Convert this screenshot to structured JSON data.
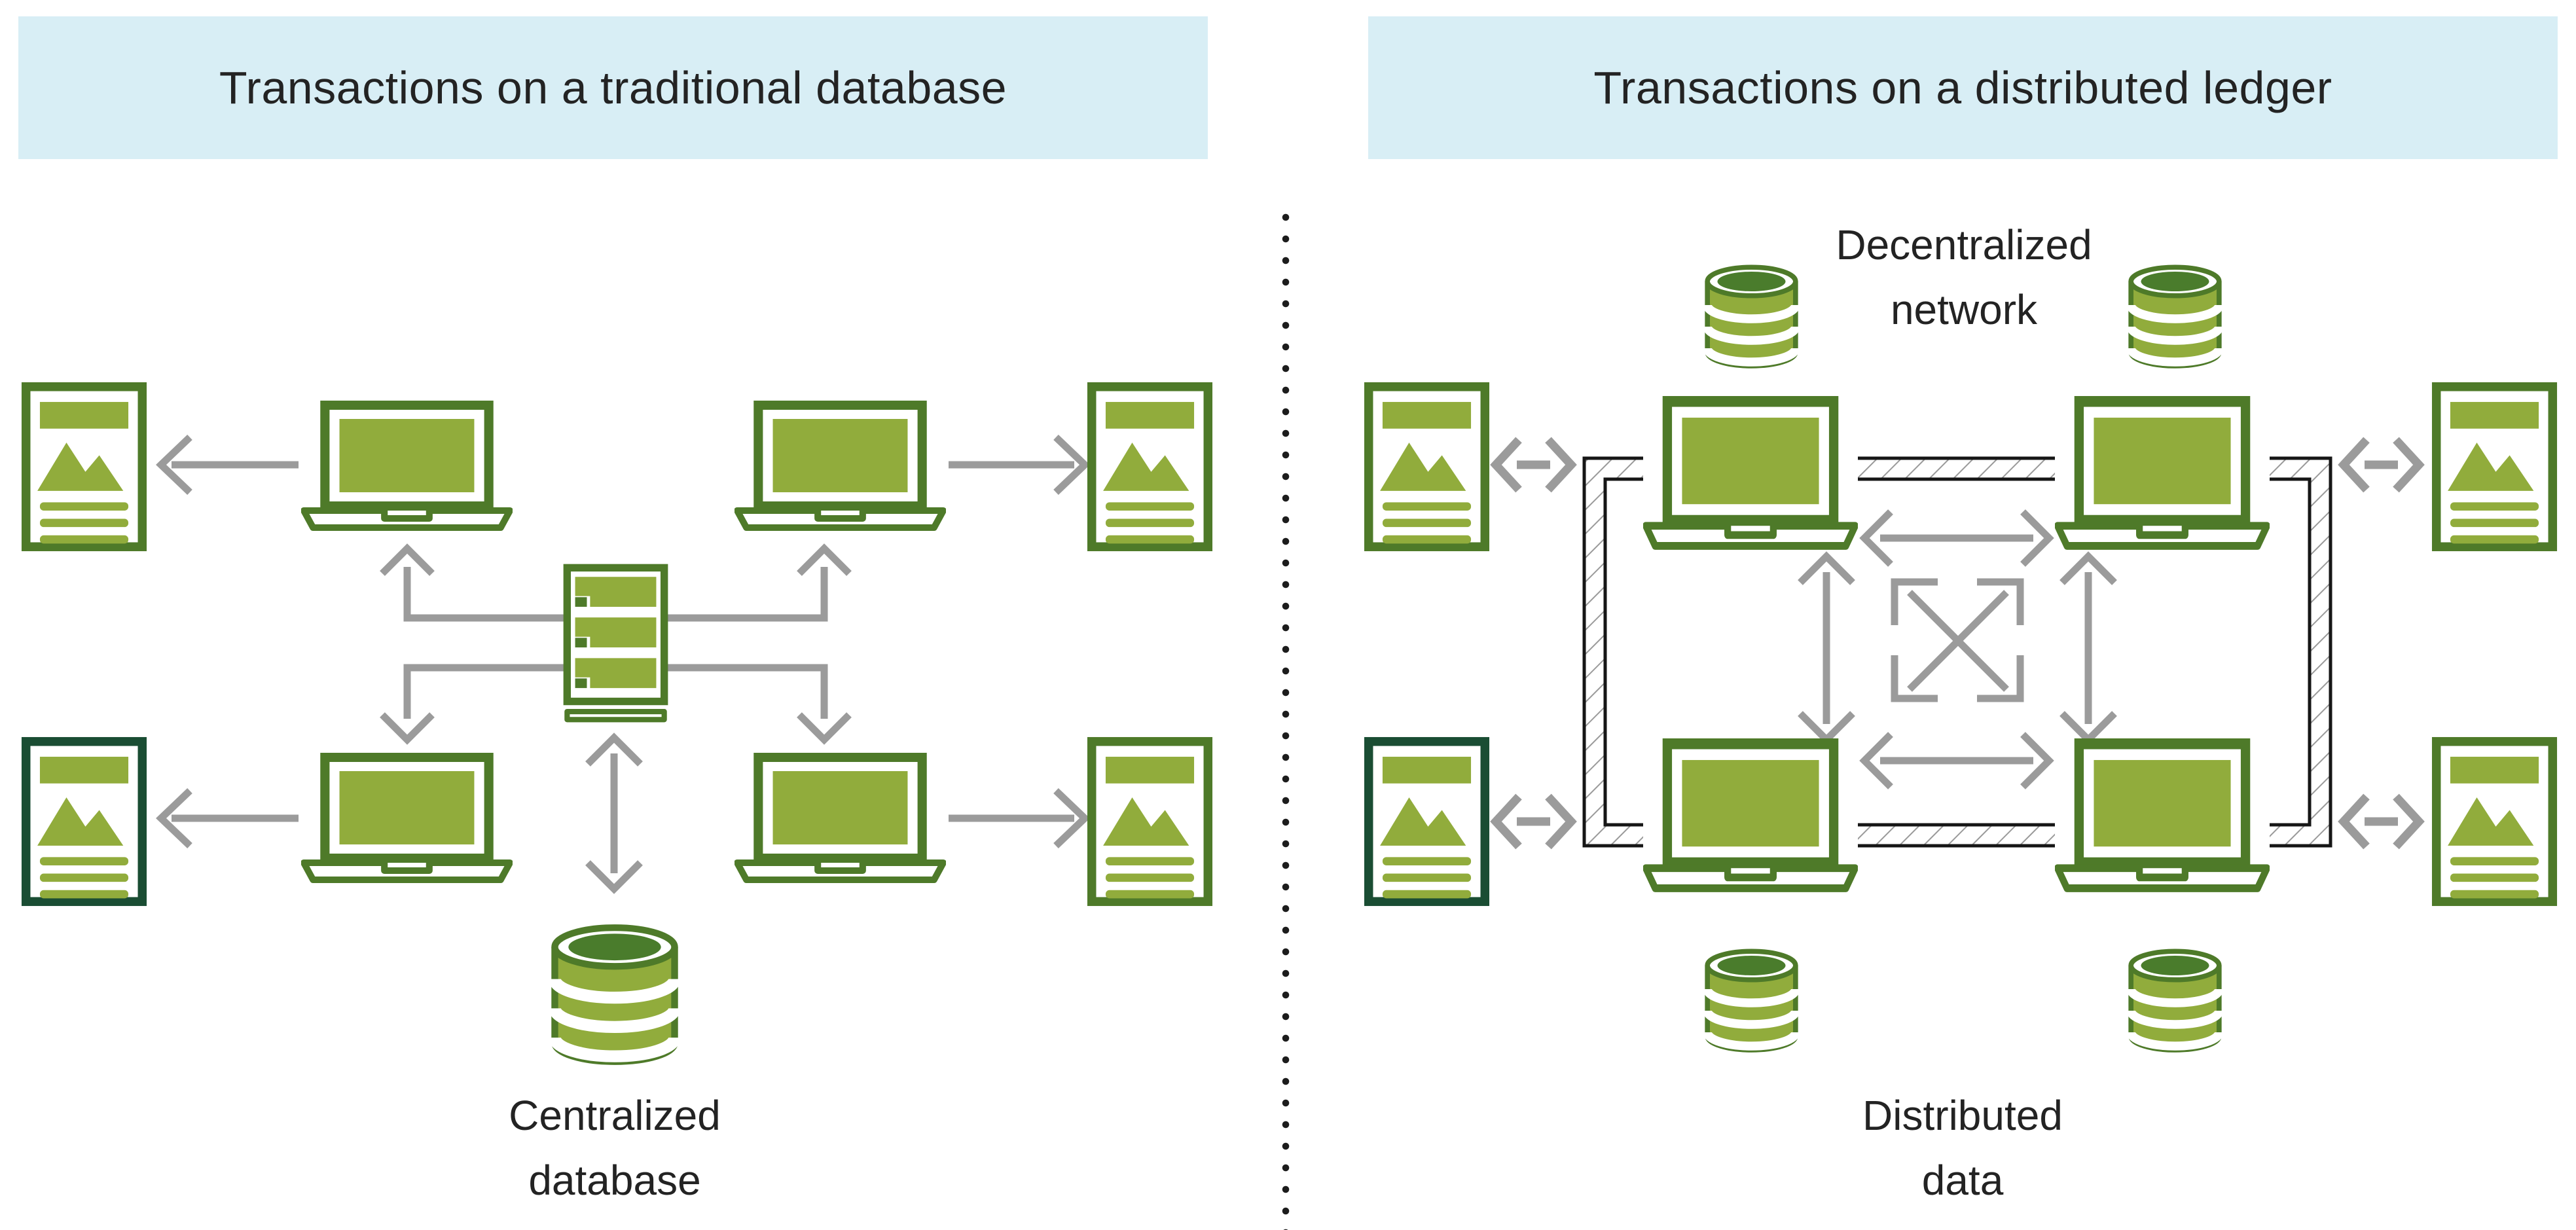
{
  "left_panel": {
    "header": "Transactions on a traditional database",
    "bottom_label_line1": "Centralized",
    "bottom_label_line2": "database"
  },
  "right_panel": {
    "header": "Transactions on a distributed ledger",
    "top_label_line1": "Decentralized",
    "top_label_line2": "network",
    "bottom_label_line1": "Distributed",
    "bottom_label_line2": "data"
  },
  "icons": {
    "document": "document-icon",
    "laptop": "laptop-icon",
    "server": "server-icon",
    "database": "database-icon",
    "arrows": "gray open-chevron connector arrows",
    "ring": "hatched network ring band",
    "divider": "dotted-divider"
  },
  "colors": {
    "olive": "#91ac3c",
    "green-dark": "#4e7a29",
    "green-deep": "#1a4d33",
    "db-top": "#4a7c2c",
    "gray": "#9b9b9b",
    "header-bg": "#d8eef5",
    "ink": "#232323",
    "line": "#161616"
  }
}
